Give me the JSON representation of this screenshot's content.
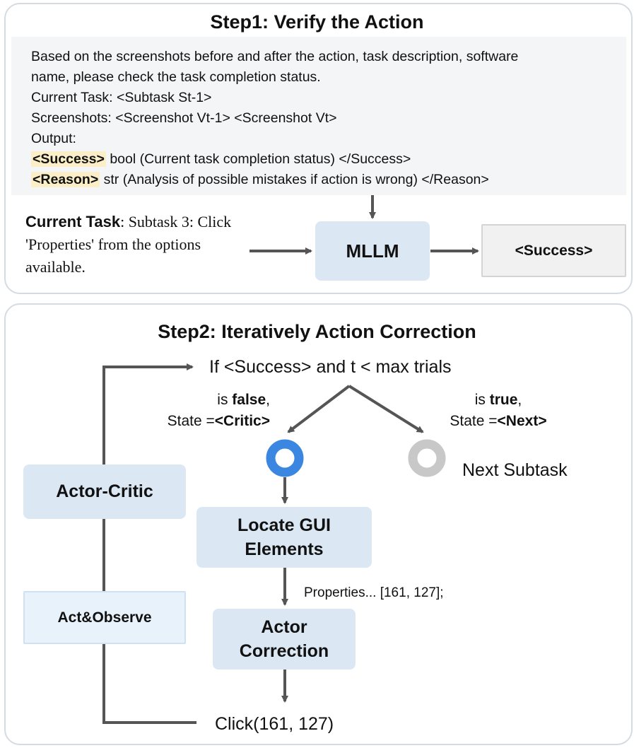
{
  "step1": {
    "title": "Step1: Verify the Action",
    "prompt_lines": [
      "Based on the screenshots before and after the action, task description, software",
      "name, please check the task completion status.",
      "Current Task: <Subtask St-1>",
      "Screenshots: <Screenshot Vt-1> <Screenshot Vt>",
      "Output:"
    ],
    "success_tag": "<Success>",
    "success_rest": " bool (Current task completion status) </Success>",
    "reason_tag": "<Reason>",
    "reason_rest": " str (Analysis of possible mistakes if action is wrong) </Reason>",
    "current_task_label": "Current Task",
    "current_task_text_1": ": Subtask 3: Click",
    "current_task_text_2": "'Properties' from the options",
    "current_task_text_3": "available.",
    "mllm_label": "MLLM",
    "output_label": "<Success>"
  },
  "step2": {
    "title": "Step2: Iteratively Action Correction",
    "condition": "If <Success> and t < max trials",
    "false_is": "is ",
    "false_word": "false",
    "false_comma": ",",
    "false_state": "State =",
    "false_state_tag": "<Critic>",
    "true_is": "is ",
    "true_word": "true",
    "true_comma": ",",
    "true_state": "State =",
    "true_state_tag": "<Next>",
    "next_subtask": "Next Subtask",
    "actor_critic": "Actor-Critic",
    "act_observe": "Act&Observe",
    "locate_1": "Locate GUI",
    "locate_2": "Elements",
    "properties": "Properties... [161, 127];",
    "actor_corr_1": "Actor",
    "actor_corr_2": "Correction",
    "click": "Click(161, 127)"
  },
  "colors": {
    "accent_blue": "#3a86e0",
    "node_grey": "#c8c8c8",
    "arrow": "#555555",
    "highlight": "#fcefc8"
  }
}
